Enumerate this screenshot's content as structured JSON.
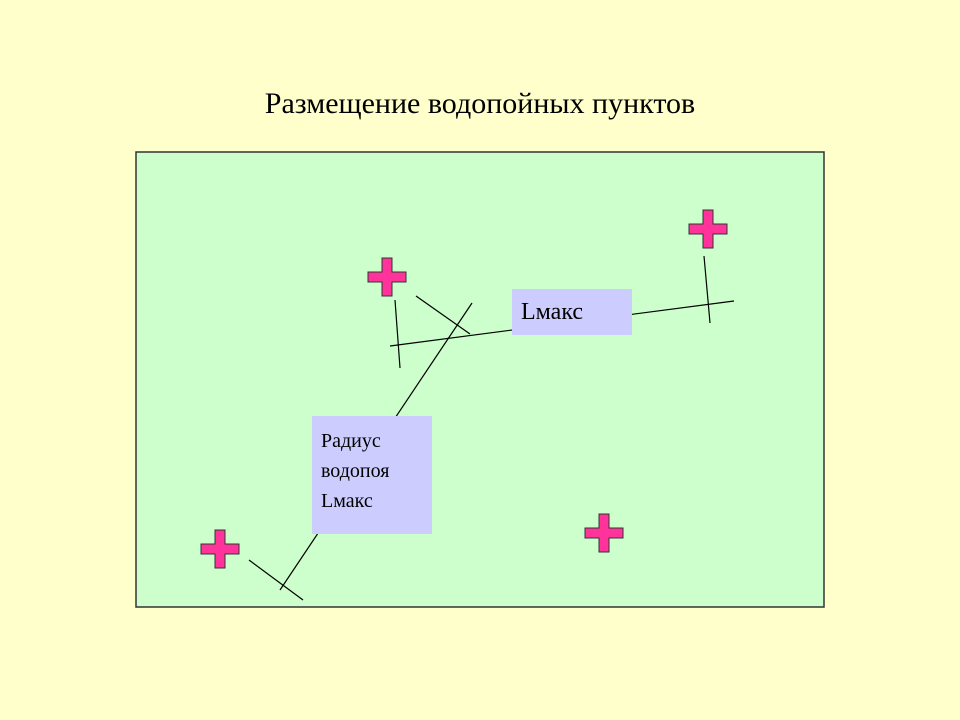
{
  "slide": {
    "title": "Размещение водопойных пунктов",
    "background_color": "#FFFFCC"
  },
  "diagram": {
    "field_color": "#CCFFCC",
    "marker_color": "#FF3399",
    "label_box_color": "#CCCCFF",
    "lmax_label": "Lмакс",
    "radius_label": {
      "line1": "Радиус",
      "line2": "водопоя",
      "line3": "Lмакс"
    },
    "marker_icon": "cross-icon"
  }
}
